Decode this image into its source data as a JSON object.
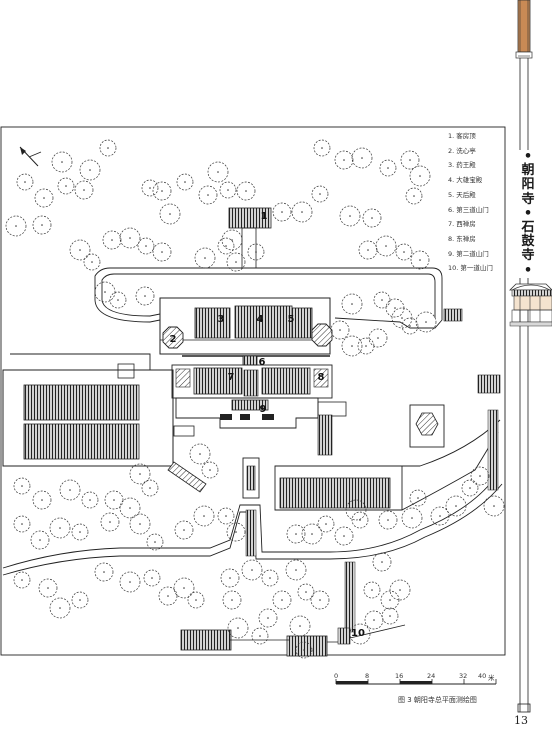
{
  "legend": [
    "1. 客房顶",
    "2. 洗心亭",
    "3. 药王殿",
    "4. 大雄宝殿",
    "5. 天后殿",
    "6. 第三道山门",
    "7. 西禅房",
    "8. 东禅房",
    "9. 第二道山门",
    "10. 第一道山门"
  ],
  "markers": [
    "1",
    "2",
    "3",
    "4",
    "5",
    "6",
    "7",
    "8",
    "9",
    "10"
  ],
  "scale": {
    "ticks": [
      "0",
      "8",
      "16",
      "24",
      "32",
      "40"
    ],
    "unit": "米"
  },
  "caption": "图 3  朝阳寺总平面测绘图",
  "page_number": "13",
  "side_title": [
    "•",
    "朝",
    "阳",
    "寺",
    "•",
    "石",
    "鼓",
    "寺",
    "•"
  ],
  "colors": {
    "ink": "#222222",
    "accent": "#c98a55"
  }
}
